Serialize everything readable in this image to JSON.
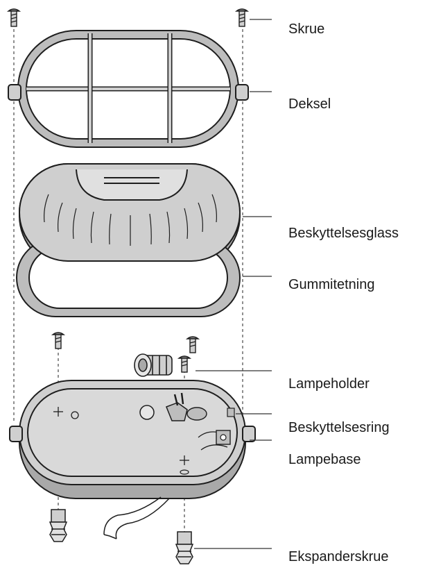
{
  "diagram": {
    "labels": [
      "Skrue",
      "Deksel",
      "Beskyttelsesglass",
      "Gummitetning",
      "Lampeholder",
      "Beskyttelsesring",
      "Lampebase",
      "Ekspanderskrue"
    ]
  },
  "colors": {
    "part_fill": "#cfcfcf",
    "part_fill_dark": "#a9a9a9",
    "outline": "#1e1e1e",
    "background": "#ffffff"
  }
}
